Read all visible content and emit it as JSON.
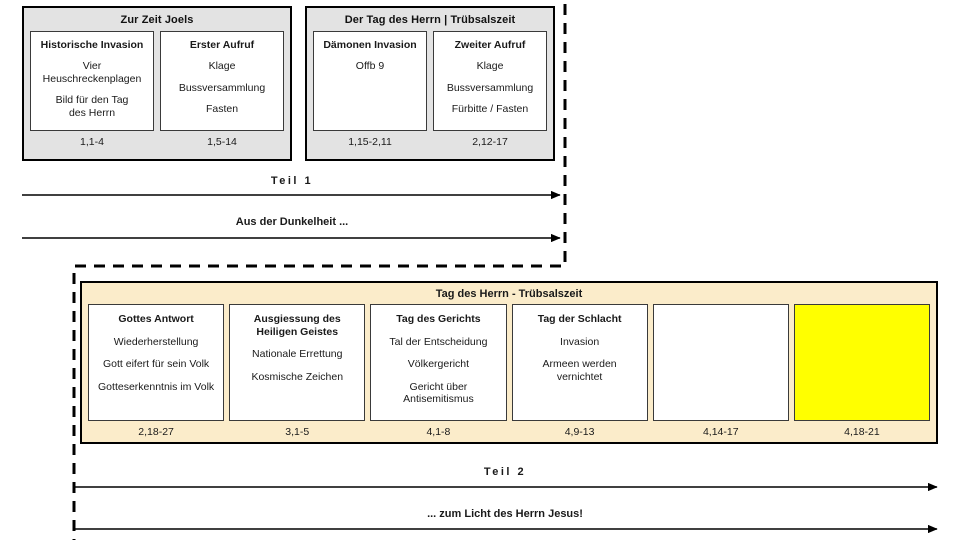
{
  "diagram": {
    "title_part1": "Teil 1",
    "title_part2": "Teil 2",
    "subtitle_part1": "Aus der Dunkelheit ...",
    "subtitle_part2": "... zum Licht des Herrn Jesus!"
  },
  "top_groups": [
    {
      "title": "Zur Zeit Joels",
      "columns": [
        {
          "title": "Historische Invasion",
          "lines": [
            "Vier Heuschreckenplagen",
            "Bild für den Tag\ndes Herrn"
          ],
          "reference": "1,1-4"
        },
        {
          "title": "Erster Aufruf",
          "lines": [
            "Klage",
            "Bussversammlung",
            "Fasten"
          ],
          "reference": "1,5-14"
        }
      ]
    },
    {
      "title": "Der Tag des Herrn | Trübsalszeit",
      "columns": [
        {
          "title": "Dämonen Invasion",
          "lines": [
            "Offb 9"
          ],
          "reference": "1,15-2,11"
        },
        {
          "title": "Zweiter Aufruf",
          "lines": [
            "Klage",
            "Bussversammlung",
            "Fürbitte / Fasten"
          ],
          "reference": "2,12-17"
        }
      ]
    }
  ],
  "bottom_band": {
    "title": "Tag des Herrn - Trübsalszeit",
    "columns": [
      {
        "title": "Gottes Antwort",
        "lines": [
          "Wiederherstellung",
          "Gott eifert für sein Volk",
          "Gotteserkenntnis im Volk"
        ],
        "reference": "2,18-27",
        "highlight": false
      },
      {
        "title": "Ausgiessung des\nHeiligen Geistes",
        "lines": [
          "Nationale Errettung",
          "Kosmische Zeichen"
        ],
        "reference": "3,1-5",
        "highlight": false
      },
      {
        "title": "Tag des Gerichts",
        "lines": [
          "Tal der Entscheidung",
          "Völkergericht",
          "Gericht über\nAntisemitismus"
        ],
        "reference": "4,1-8",
        "highlight": false
      },
      {
        "title": "Tag der Schlacht",
        "lines": [
          "Invasion",
          "Armeen werden\nvernichtet"
        ],
        "reference": "4,9-13",
        "highlight": false
      },
      {
        "title": "",
        "lines": [],
        "reference": "4,14-17",
        "highlight": false
      },
      {
        "title": "",
        "lines": [],
        "reference": "4,18-21",
        "highlight": true
      }
    ]
  },
  "colors": {
    "group_header_gray": "#e3e3e3",
    "band_cream": "#fbecca",
    "highlight_yellow": "#ffff00",
    "line_black": "#000000"
  }
}
